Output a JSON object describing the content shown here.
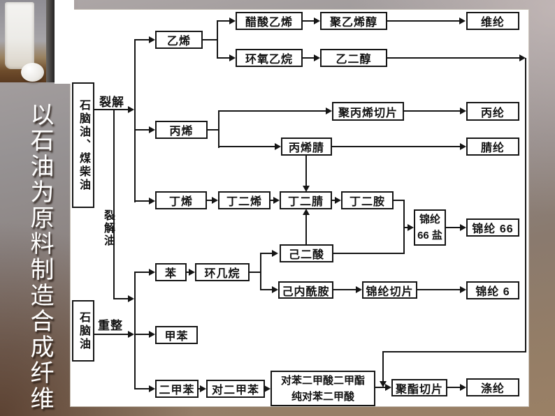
{
  "title": "以石油为原料制造合成纤维",
  "flow_labels": {
    "cracking": "裂解",
    "cracked_oil": "裂解油",
    "reforming": "重整"
  },
  "nodes": {
    "source_naphtha_diesel": "石脑油、煤柴油",
    "source_naphtha": "石脑油",
    "ethylene": "乙烯",
    "vinyl_acetate": "醋酸乙烯",
    "polyvinyl_alcohol": "聚乙烯醇",
    "vinylon": "维纶",
    "ethylene_oxide": "环氧乙烷",
    "ethylene_glycol": "乙二醇",
    "propylene": "丙烯",
    "polypropylene_chips": "聚丙烯切片",
    "polypropylene_fiber": "丙纶",
    "acrylonitrile": "丙烯腈",
    "acrylic_fiber": "腈纶",
    "butene": "丁烯",
    "butadiene": "丁二烯",
    "succinonitrile": "丁二腈",
    "butanediamine": "丁二胺",
    "nylon66_salt_line1": "锦纶",
    "nylon66_salt_line2": "66 盐",
    "nylon_66": "锦纶 66",
    "adipic_acid": "己二酸",
    "benzene": "苯",
    "cyclohexane": "环几烷",
    "caprolactam": "己内酰胺",
    "nylon_chips": "锦纶切片",
    "nylon_6": "锦纶 6",
    "toluene": "甲苯",
    "xylene": "二甲苯",
    "p_xylene": "对二甲苯",
    "dmt_line1": "对苯二甲酸二甲酯",
    "dmt_line2": "纯对苯二甲酸",
    "polyester_chips": "聚酯切片",
    "polyester_fiber": "涤纶"
  },
  "colors": {
    "line": "#151515",
    "box_background": "#ffffff",
    "panel_background": "#ffffff",
    "title_color": "#ffffff"
  }
}
